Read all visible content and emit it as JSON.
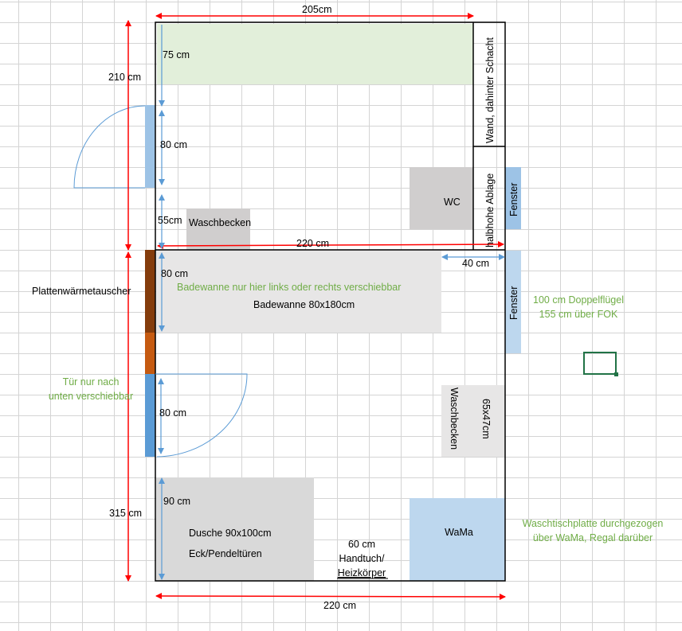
{
  "dimensions": {
    "top_width": "205cm",
    "upper_height": "210 cm",
    "lower_height": "315 cm",
    "middle_width": "220 cm",
    "bottom_width": "220 cm",
    "storage_depth": "75 cm",
    "door_top": "80 cm",
    "gap_55": "55cm",
    "tub_width": "80 cm",
    "door_bottom": "80 cm",
    "shower_depth": "90 cm",
    "right_gap": "40 cm"
  },
  "fixtures": {
    "wall_shaft": "Wand, dahinter Schacht",
    "half_shelf": "halbhohe Ablage",
    "wc": "WC",
    "sink_top": "Waschbecken",
    "window_top": "Fenster",
    "window_bottom": "Fenster",
    "bathtub": "Badewanne 80x180cm",
    "sink_right": "Waschbecken",
    "sink_right_size": "65x47cm",
    "shower": "Dusche 90x100cm",
    "shower_doors": "Eck/Pendeltüren",
    "towel_width": "60 cm",
    "towel_line1": "Handtuch/",
    "towel_line2": "Heizkörper",
    "washer": "WaMa",
    "heat_exchanger": "Plattenwärmetauscher"
  },
  "notes": {
    "bathtub_note": "Badewanne nur hier links oder rechts verschiebbar",
    "door_note_1": "Tür nur nach",
    "door_note_2": "unten verschiebbar",
    "window_note_1": "100 cm Doppelflügel",
    "window_note_2": "155 cm über FOK",
    "counter_note_1": "Waschtischplatte durchgezogen",
    "counter_note_2": "über WaMa, Regal darüber"
  },
  "colors": {
    "accent_green": "#70ad47",
    "dimension_red": "#ff0000",
    "dimension_blue": "#5b9bd5"
  }
}
